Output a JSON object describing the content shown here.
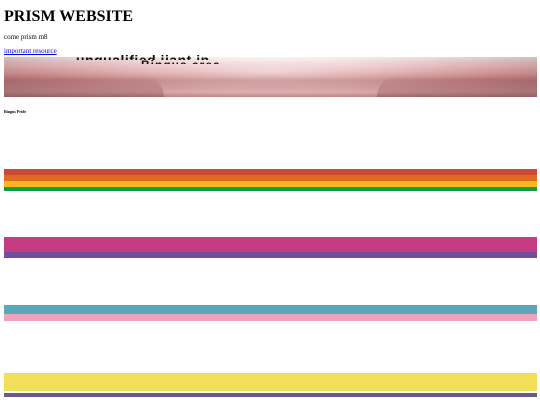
{
  "site": {
    "title": "PRISM WEBSITE",
    "tagline": "come prism m8",
    "link_text": "important resource"
  },
  "banner": {
    "text_top": "unqualified jiant in",
    "text_bottom": "Bingus area"
  },
  "section": {
    "label": "Bingus Pride"
  },
  "flags": [
    {
      "stripes": [
        {
          "color": "#ca4b2f",
          "fraction": 0.26
        },
        {
          "color": "#e06a22",
          "fraction": 0.26
        },
        {
          "color": "#f4b71c",
          "fraction": 0.26
        },
        {
          "color": "#129b45",
          "fraction": 0.22
        }
      ]
    },
    {
      "stripes": [
        {
          "color": "#c53c83",
          "fraction": 0.72
        },
        {
          "color": "#734d9d",
          "fraction": 0.28
        }
      ]
    },
    {
      "stripes": [
        {
          "color": "#5aa7ba",
          "fraction": 0.58
        },
        {
          "color": "#f0a1bc",
          "fraction": 0.42
        }
      ]
    },
    {
      "stripes": [
        {
          "color": "#f2df58",
          "fraction": 0.76
        },
        {
          "color": "#ffffff",
          "fraction": 0.1
        },
        {
          "color": "#6d5a8d",
          "fraction": 0.14
        }
      ]
    }
  ]
}
